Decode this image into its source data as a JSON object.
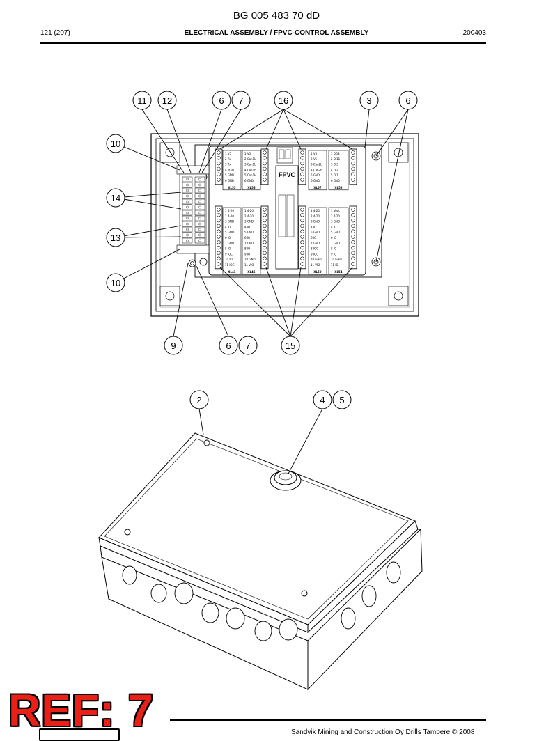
{
  "header": {
    "doc_code": "BG 005 483 70 dD",
    "page": "121 (207)",
    "section": "ELECTRICAL ASSEMBLY / FPVC-CONTROL ASSEMBLY",
    "date": "200403"
  },
  "footer": {
    "ref_stamp": "REF: 7",
    "copyright": "Sandvik Mining and Construction Oy Drills Tampere © 2008"
  },
  "diagram": {
    "controller_label": "FPVC",
    "terminal_blocks": [
      {
        "id": "XL55",
        "lines": [
          "V5",
          "Rx",
          "Tx",
          "PGM",
          "GND",
          "GND"
        ]
      },
      {
        "id": "XL56",
        "lines": [
          "V5",
          "Can1L",
          "Can1L",
          "Can1H",
          "Can1H",
          "GND"
        ]
      },
      {
        "id": "XL57",
        "lines": [
          "V5",
          "V5",
          "Can2L",
          "Can2H",
          "GND",
          "GND"
        ]
      },
      {
        "id": "XL58",
        "lines": [
          "DO3",
          "DI11",
          "DI3",
          "DI2",
          "DI1",
          "GND"
        ]
      },
      {
        "id": "XL41",
        "lines": [
          "4-20",
          "4-20",
          "GND",
          "IO",
          "GND",
          "IO",
          "GND",
          "IO",
          "IOC",
          "IOC",
          "IOC"
        ]
      },
      {
        "id": "XL45",
        "lines": [
          "4-20",
          "4-20",
          "GND",
          "IO",
          "GND",
          "IO",
          "GND",
          "IO",
          "IO",
          "GND",
          "VIO"
        ]
      },
      {
        "id": "XL50",
        "lines": [
          "4-20",
          "4-20",
          "GND",
          "IO",
          "GND",
          "IO",
          "GND",
          "IOC",
          "IOC",
          "GND",
          "VIO"
        ]
      },
      {
        "id": "XL54",
        "lines": [
          "Vout",
          "4-20",
          "GND",
          "IO",
          "GND",
          "IO",
          "GND",
          "IO",
          "IO",
          "GND",
          "IO"
        ]
      }
    ],
    "callouts_top": [
      {
        "label": "11"
      },
      {
        "label": "12"
      },
      {
        "label": "6"
      },
      {
        "label": "7"
      },
      {
        "label": "16"
      },
      {
        "label": "3"
      },
      {
        "label": "6"
      },
      {
        "label": "10"
      },
      {
        "label": "14"
      },
      {
        "label": "13"
      },
      {
        "label": "10"
      },
      {
        "label": "9"
      },
      {
        "label": "6"
      },
      {
        "label": "7"
      },
      {
        "label": "15"
      }
    ],
    "callouts_bottom": [
      {
        "label": "2"
      },
      {
        "label": "4"
      },
      {
        "label": "5"
      }
    ]
  }
}
